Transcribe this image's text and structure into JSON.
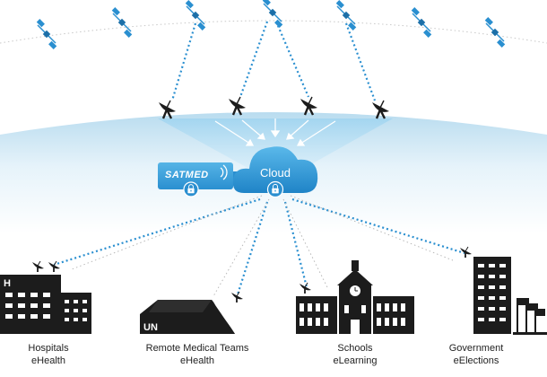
{
  "diagram": {
    "cloud_label": "Cloud",
    "hub_label": "SATMED",
    "colors": {
      "accent": "#2a8fd0",
      "accent_light": "#8fd0f2",
      "dark": "#1c1c1c",
      "orbit": "#c8c8c8"
    },
    "icons": [
      "satellite-icon",
      "dish-antenna-icon",
      "cloud-icon",
      "lock-icon",
      "wifi-icon"
    ],
    "sites": [
      {
        "id": "hospitals",
        "line1": "Hospitals",
        "line2": "eHealth",
        "building_label": "H",
        "icon": "hospital-icon"
      },
      {
        "id": "remote-medical-teams",
        "line1": "Remote Medical Teams",
        "line2": "eHealth",
        "building_label": "UN",
        "icon": "field-tent-icon"
      },
      {
        "id": "schools",
        "line1": "Schools",
        "line2": "eLearning",
        "building_label": "",
        "icon": "school-icon"
      },
      {
        "id": "government",
        "line1": "Government",
        "line2": "eElections",
        "building_label": "",
        "icon": "government-building-icon"
      }
    ]
  }
}
